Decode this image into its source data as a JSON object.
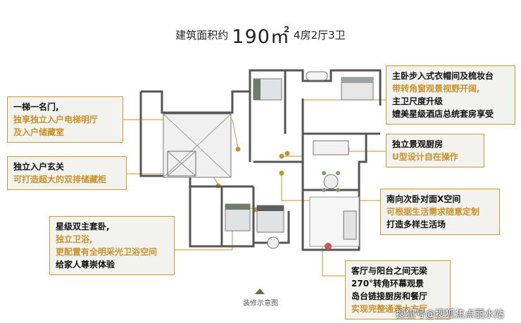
{
  "title": {
    "prefix": "建筑面积约",
    "area": "190㎡",
    "suffix": "4房2厅3卫"
  },
  "callouts": {
    "elevator": {
      "lines": [
        {
          "text": "一梯一名门,",
          "highlight": false
        },
        {
          "text": "独享独立入户电梯明厅",
          "highlight": true
        },
        {
          "text": "及入户储藏室",
          "highlight": true
        }
      ]
    },
    "foyer": {
      "lines": [
        {
          "text": "独立入户玄关",
          "highlight": false
        },
        {
          "text": "可打造超大的双排储藏柜",
          "highlight": true
        }
      ]
    },
    "suites": {
      "lines": [
        {
          "text": "星级双主套卧,",
          "highlight": false
        },
        {
          "text": "独立卫浴,",
          "highlight": true
        },
        {
          "text": "更配置有全明采光卫浴空间",
          "highlight": true
        },
        {
          "text": "给家人尊崇体验",
          "highlight": false
        }
      ]
    },
    "master": {
      "lines": [
        {
          "text": "主卧步入式衣帽间及梳妆台",
          "highlight": false
        },
        {
          "text": "带转角窗观景视野开阔,",
          "highlight": true
        },
        {
          "text": "主卫尺度升级",
          "highlight": false
        },
        {
          "text": "媲美星级酒店总统套房享受",
          "highlight": false
        }
      ]
    },
    "kitchen": {
      "lines": [
        {
          "text": "独立景观厨房",
          "highlight": false
        },
        {
          "text": "U型设计自在操作",
          "highlight": true
        }
      ]
    },
    "second_bedroom": {
      "lines": [
        {
          "text": "南向次卧对面X空间",
          "highlight": false
        },
        {
          "text": "可根据生活需求随意定制",
          "highlight": true
        },
        {
          "text": "打造多样生活场",
          "highlight": false
        }
      ]
    },
    "living": {
      "lines": [
        {
          "text": "客厅与阳台之间无梁",
          "highlight": false
        },
        {
          "text": "270°转角环幕观景",
          "highlight": false
        },
        {
          "text": "岛台链接厨房和餐厅",
          "highlight": false
        },
        {
          "text": "实现完整通透大方厅",
          "highlight": true
        }
      ]
    }
  },
  "caption": "装修示意图",
  "watermark": "搜狐号@搜狐焦点丽水站",
  "colors": {
    "accent": "#c9922a",
    "callout_border": "#c89a2d",
    "callout_bg": "#f2f2ee",
    "wall": "#555555",
    "caret": "#6b6b3a"
  }
}
